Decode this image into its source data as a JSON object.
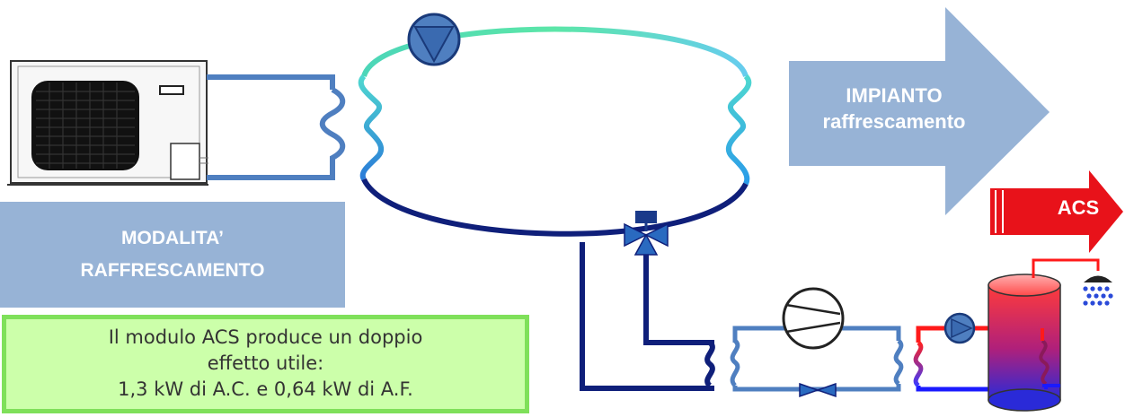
{
  "mode_box": {
    "line1": "MODALITA’",
    "line2": "RAFFRESCAMENTO"
  },
  "plant_arrow": {
    "line1": "IMPIANTO",
    "line2": "raffrescamento"
  },
  "dhw_arrow": {
    "label": "ACS"
  },
  "note": {
    "line1": "Il modulo ACS produce un doppio",
    "line2": "effetto utile:",
    "line3": "1,3 kW di A.C.  e  0,64 kW di A.F."
  },
  "colors": {
    "mode_box": "#97b3d6",
    "plant_arrow": "#97b3d6",
    "note_fill": "#ccffaa",
    "note_border": "#7fe05a",
    "pipe_light": "#4f7fc0",
    "pipe_dark": "#0f1f7a",
    "loop_top_green": "#5ce6a8",
    "loop_side_cyan": "#3ec8e0",
    "dhw_arrow": "#e8121a",
    "hot_pipe": "#ff1a1a",
    "cold_pipe": "#1a1aff"
  },
  "icons": [
    "outdoor-unit-icon",
    "circulation-pump-icon",
    "three-way-valve-icon",
    "compressor-icon",
    "expansion-valve-icon",
    "dhw-pump-icon",
    "storage-tank-icon",
    "shower-icon"
  ]
}
